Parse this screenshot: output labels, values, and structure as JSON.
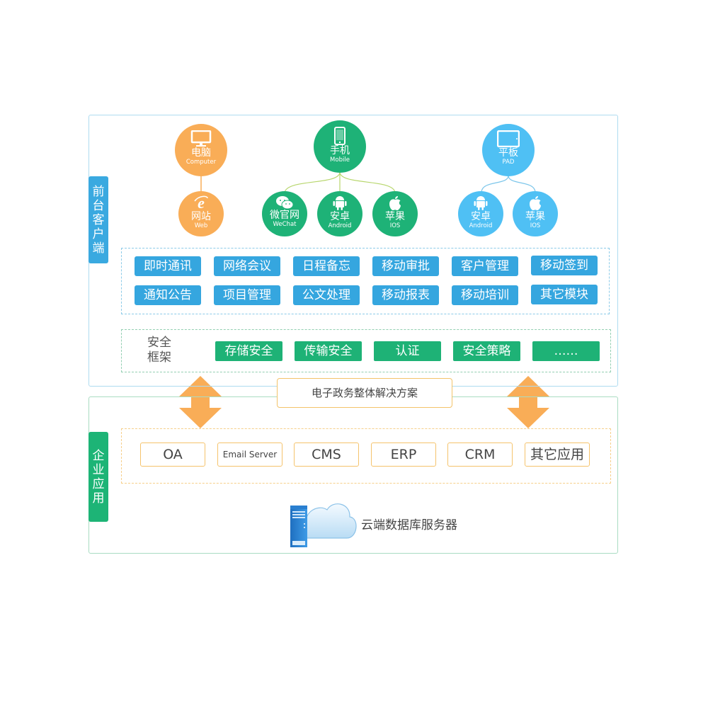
{
  "title": "电子政务整体解决方案",
  "colors": {
    "front_accent": "#3aa9e0",
    "enterprise_accent": "#1db476",
    "pc_orange": "#f9ad57",
    "mobile_green": "#1eb277",
    "pad_blue": "#4fc0f4",
    "module_blue": "#35a6df",
    "security_green": "#1eb276",
    "arrow_orange": "#f9ad57"
  },
  "front_client": {
    "label": [
      "前",
      "台",
      "客",
      "户",
      "端"
    ],
    "devices": [
      {
        "zh": "电脑",
        "en": "Computer",
        "icon": "monitor-icon",
        "children": [
          {
            "zh": "网站",
            "en": "Web",
            "icon": "ie-browser-icon"
          }
        ]
      },
      {
        "zh": "手机",
        "en": "Mobile",
        "icon": "smartphone-icon",
        "children": [
          {
            "zh": "微官网",
            "en": "WeChat",
            "icon": "wechat-icon"
          },
          {
            "zh": "安卓",
            "en": "Android",
            "icon": "android-icon"
          },
          {
            "zh": "苹果",
            "en": "IOS",
            "icon": "apple-icon"
          }
        ]
      },
      {
        "zh": "平板",
        "en": "PAD",
        "icon": "tablet-icon",
        "children": [
          {
            "zh": "安卓",
            "en": "Android",
            "icon": "android-icon"
          },
          {
            "zh": "苹果",
            "en": "IOS",
            "icon": "apple-icon"
          }
        ]
      }
    ],
    "modules": [
      [
        "即时通讯",
        "网络会议",
        "日程备忘",
        "移动审批",
        "客户管理",
        "移动签到"
      ],
      [
        "通知公告",
        "项目管理",
        "公文处理",
        "移动报表",
        "移动培训",
        "其它模块"
      ]
    ],
    "security": {
      "label_line1": "安全",
      "label_line2": "框架",
      "items": [
        "存储安全",
        "传输安全",
        "认证",
        "安全策略",
        "……"
      ]
    }
  },
  "solution_label": "电子政务整体解决方案",
  "enterprise": {
    "label": [
      "企",
      "业",
      "应",
      "用"
    ],
    "apps": [
      "OA",
      "Email Server",
      "CMS",
      "ERP",
      "CRM",
      "其它应用"
    ],
    "database_label": "云端数据库服务器"
  }
}
